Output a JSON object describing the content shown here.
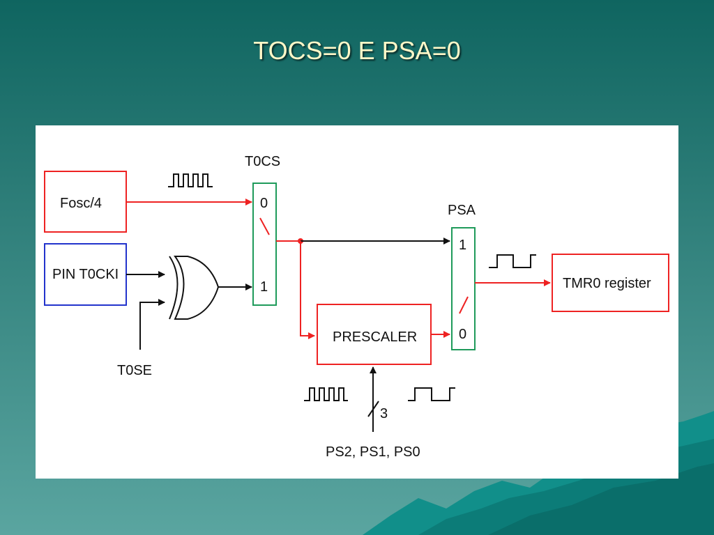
{
  "slide": {
    "title": "TOCS=0 E PSA=0"
  },
  "diagram": {
    "fosc_label": "Fosc/4",
    "pin_label": "PIN T0CKI",
    "tose_label": "T0SE",
    "tocs_label": "T0CS",
    "tocs_in0": "0",
    "tocs_in1": "1",
    "psa_label": "PSA",
    "psa_in1": "1",
    "psa_in0": "0",
    "prescaler_label": "PRESCALER",
    "tmr0_label": "TMR0 register",
    "bus_width": "3",
    "ps_label": "PS2, PS1, PS0"
  },
  "colors": {
    "red": "#ee2222",
    "green": "#1e9a5a",
    "blue": "#2233cc",
    "black": "#111111"
  }
}
